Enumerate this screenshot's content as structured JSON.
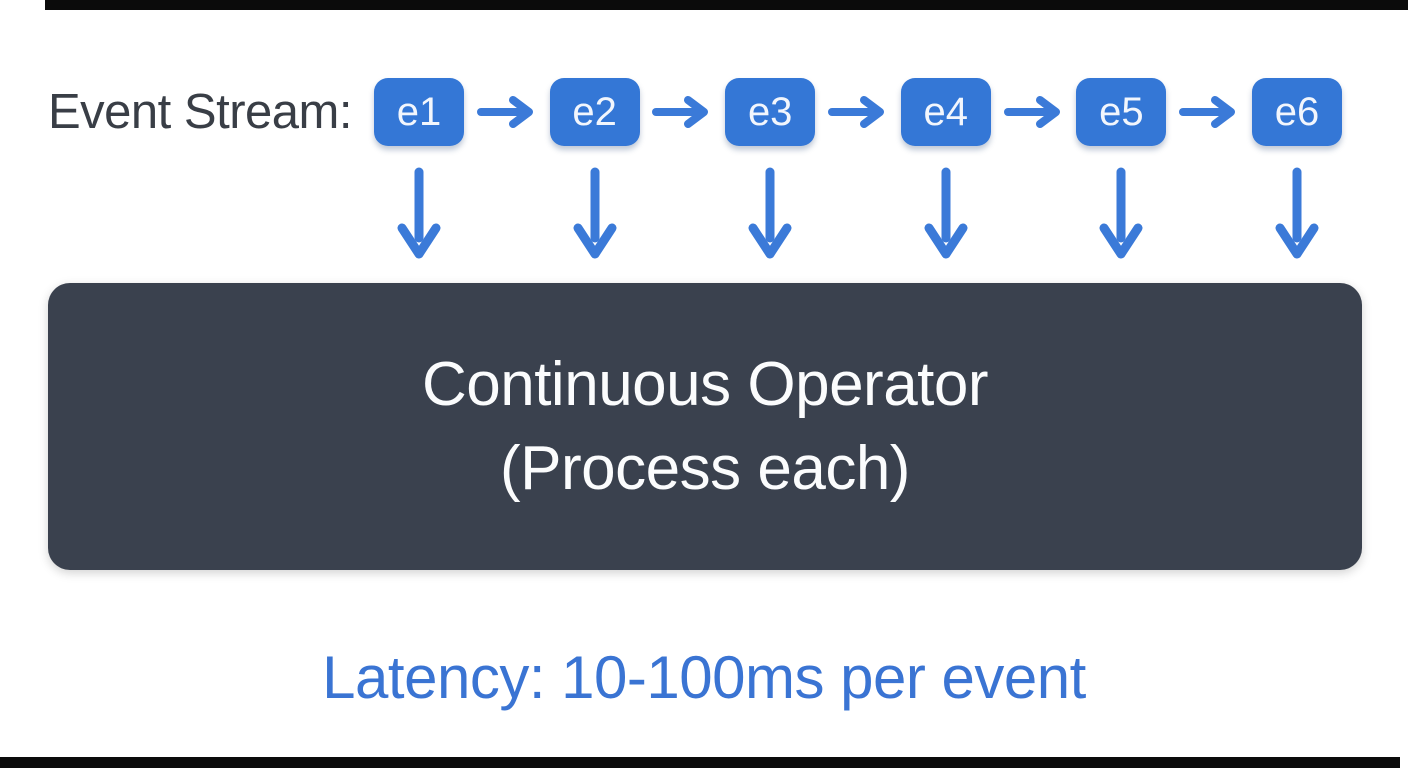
{
  "colors": {
    "page_bg": "#ffffff",
    "event_blue": "#3477d6",
    "arrow_blue": "#3b7ad8",
    "operator_bg": "#3a414e",
    "label_dark": "#393e46",
    "latency_blue": "#3a74d3",
    "box_text": "#f2f6fd",
    "operator_text": "#fbfcfd",
    "bar_black": "#0b0b0b"
  },
  "stream": {
    "label": "Event Stream:",
    "events": [
      {
        "label": "e1"
      },
      {
        "label": "e2"
      },
      {
        "label": "e3"
      },
      {
        "label": "e4"
      },
      {
        "label": "e5"
      },
      {
        "label": "e6"
      }
    ]
  },
  "operator": {
    "title": "Continuous Operator",
    "subtitle": "(Process each)"
  },
  "latency": {
    "label": "Latency: 10-100ms per event"
  },
  "icons": {
    "arrow_right": "→",
    "arrow_down": "↓"
  }
}
